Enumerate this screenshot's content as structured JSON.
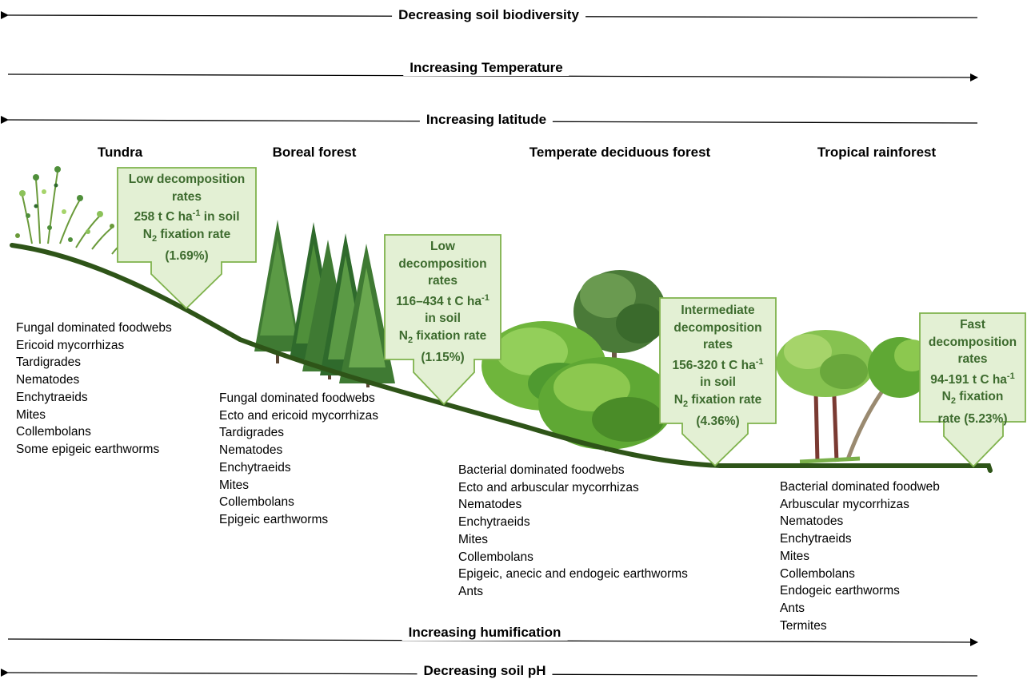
{
  "gradients": {
    "soil_biodiversity": {
      "label": "Decreasing soil biodiversity",
      "direction": "left"
    },
    "temperature": {
      "label": "Increasing Temperature",
      "direction": "right"
    },
    "latitude": {
      "label": "Increasing latitude",
      "direction": "left"
    },
    "humification": {
      "label": "Increasing humification",
      "direction": "right"
    },
    "soil_ph": {
      "label": "Decreasing soil pH",
      "direction": "left"
    }
  },
  "biomes": [
    {
      "name": "Tundra",
      "callout": [
        {
          "text": "Low decomposition"
        },
        {
          "text": "rates"
        },
        {
          "text": "258 t C ha",
          "sup": "-1",
          "after": " in soil"
        },
        {
          "text": "N",
          "sub": "2",
          "after": " fixation rate"
        },
        {
          "text": "(1.69%)"
        }
      ],
      "organisms": [
        "Fungal dominated foodwebs",
        "Ericoid mycorrhizas",
        "Tardigrades",
        "Nematodes",
        "Enchytraeids",
        "Mites",
        "Collembolans",
        "Some epigeic earthworms"
      ]
    },
    {
      "name": "Boreal forest",
      "callout": [
        {
          "text": "Low"
        },
        {
          "text": "decomposition"
        },
        {
          "text": "rates"
        },
        {
          "text": "116–434 t C ha",
          "sup": "-1"
        },
        {
          "text": "in soil"
        },
        {
          "text": "N",
          "sub": "2",
          "after": " fixation rate"
        },
        {
          "text": "(1.15%)"
        }
      ],
      "organisms": [
        "Fungal dominated foodwebs",
        "Ecto and ericoid mycorrhizas",
        "Tardigrades",
        "Nematodes",
        "Enchytraeids",
        "Mites",
        "Collembolans",
        "Epigeic earthworms"
      ]
    },
    {
      "name": "Temperate deciduous forest",
      "callout": [
        {
          "text": "Intermediate"
        },
        {
          "text": "decomposition"
        },
        {
          "text": "rates"
        },
        {
          "text": "156-320 t C ha",
          "sup": "-1"
        },
        {
          "text": "in soil"
        },
        {
          "text": "N",
          "sub": "2",
          "after": " fixation rate"
        },
        {
          "text": "(4.36%)"
        }
      ],
      "organisms": [
        "Bacterial dominated foodwebs",
        "Ecto and arbuscular mycorrhizas",
        "Nematodes",
        "Enchytraeids",
        "Mites",
        "Collembolans",
        "Epigeic, anecic and endogeic earthworms",
        "Ants"
      ]
    },
    {
      "name": "Tropical rainforest",
      "callout": [
        {
          "text": "Fast"
        },
        {
          "text": "decomposition"
        },
        {
          "text": "rates"
        },
        {
          "text": "94-191 t C ha",
          "sup": "-1"
        },
        {
          "text": "N",
          "sub": "2",
          "after": " fixation"
        },
        {
          "text": "rate (5.23%)"
        }
      ],
      "organisms": [
        "Bacterial dominated foodweb",
        "Arbuscular mycorrhizas",
        "Nematodes",
        "Enchytraeids",
        "Mites",
        "Collembolans",
        "Endogeic earthworms",
        "Ants",
        "Termites"
      ]
    }
  ],
  "colors": {
    "callout_fill": "#e3f0d4",
    "callout_stroke": "#7fb24c",
    "callout_text": "#3d6b2e",
    "ground": "#2e5418",
    "foliage_dark": "#2f6a2c",
    "foliage_mid": "#4f8f3a",
    "foliage_light": "#8cc25a"
  }
}
